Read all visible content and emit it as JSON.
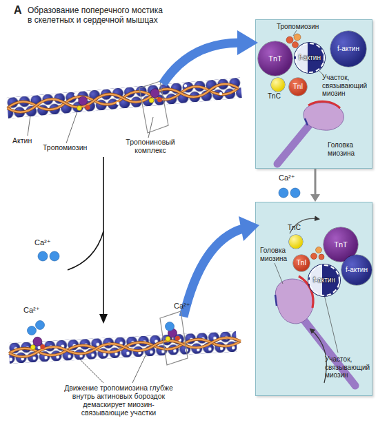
{
  "diagram": {
    "title": "Образование поперечного мостика в скелетных и сердечной мышцах",
    "nodes": [
      {
        "text": [
          "Тропомиозин",
          "Участок, связывающий миозин",
          "Головка миозина"
        ]
      },
      {
        "text": [
          "TnT"
        ],
        "in": 0
      },
      {
        "text": [
          "f-актин"
        ],
        "in": 0
      },
      {
        "text": [
          "f-актин"
        ],
        "in": 0
      },
      {
        "text": [
          "TnC"
        ],
        "in": 0
      },
      {
        "text": [
          "TnI"
        ],
        "in": 0
      },
      {
        "text": [
          "Головка миозина",
          "Участок, связывающий миозин"
        ]
      },
      {
        "text": [
          "TnC"
        ],
        "in": 6
      },
      {
        "text": [
          "TnT"
        ],
        "in": 6
      },
      {
        "text": [
          "TnI"
        ],
        "in": 6
      },
      {
        "text": [
          "f-актин"
        ],
        "in": 6
      },
      {
        "text": [
          "f-актин"
        ],
        "in": 6
      }
    ],
    "edges": [
      {
        "from": 0,
        "to": 6,
        "arrow": "to",
        "label": "Ca²⁺"
      }
    ],
    "labels": [
      "А",
      "Актин",
      "Тропомиозин",
      "Тропониновый комплекс",
      "Ca²⁺",
      "Ca²⁺",
      "Ca²⁺",
      "Движение тропомиозина глубже внутрь актиновых бороздок демаскирует миозин-связывающие участки"
    ]
  }
}
